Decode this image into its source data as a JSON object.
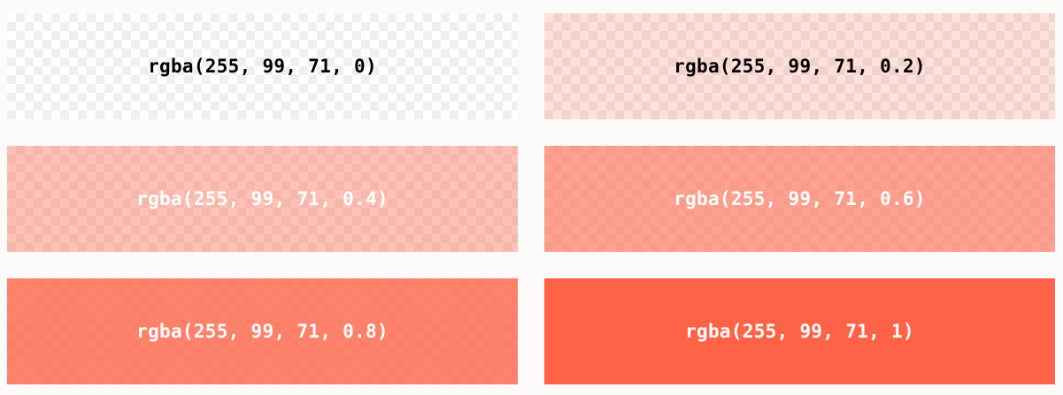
{
  "swatches": [
    {
      "label": "rgba(255, 99, 71, 0)",
      "alpha": 0,
      "text_color": "#000000"
    },
    {
      "label": "rgba(255, 99, 71, 0.2)",
      "alpha": 0.2,
      "text_color": "#000000"
    },
    {
      "label": "rgba(255, 99, 71, 0.4)",
      "alpha": 0.4,
      "text_color": "#ffffff"
    },
    {
      "label": "rgba(255, 99, 71, 0.6)",
      "alpha": 0.6,
      "text_color": "#ffffff"
    },
    {
      "label": "rgba(255, 99, 71, 0.8)",
      "alpha": 0.8,
      "text_color": "#ffffff"
    },
    {
      "label": "rgba(255, 99, 71, 1)",
      "alpha": 1,
      "text_color": "#ffffff"
    }
  ],
  "base_color": "#ff6347"
}
